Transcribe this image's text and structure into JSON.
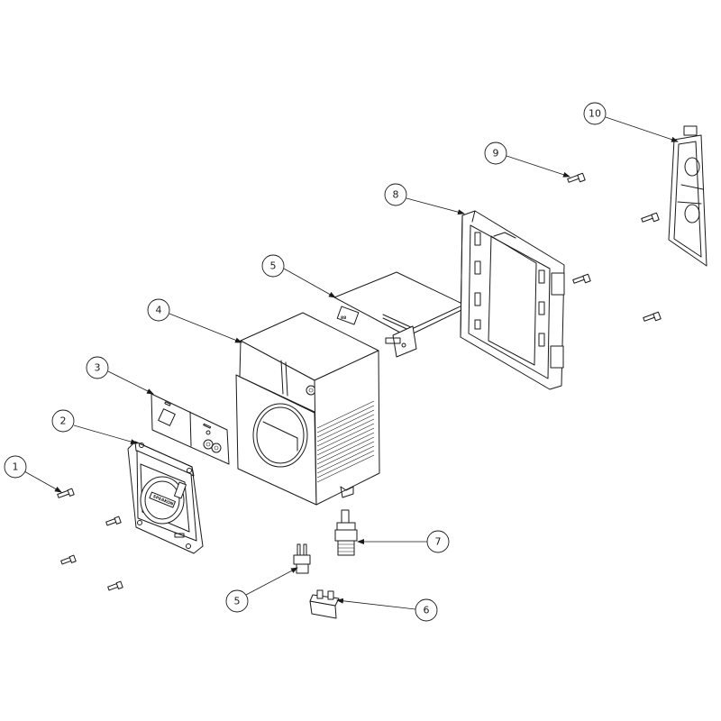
{
  "callouts": [
    {
      "label": "1"
    },
    {
      "label": "2"
    },
    {
      "label": "3"
    },
    {
      "label": "4"
    },
    {
      "label": "5"
    },
    {
      "label": "5"
    },
    {
      "label": "6"
    },
    {
      "label": "7"
    },
    {
      "label": "8"
    },
    {
      "label": "9"
    },
    {
      "label": "10"
    }
  ],
  "colors": {
    "line": "#1a1a1a",
    "background": "#ffffff"
  },
  "icons": [
    "arrowhead-icon"
  ]
}
